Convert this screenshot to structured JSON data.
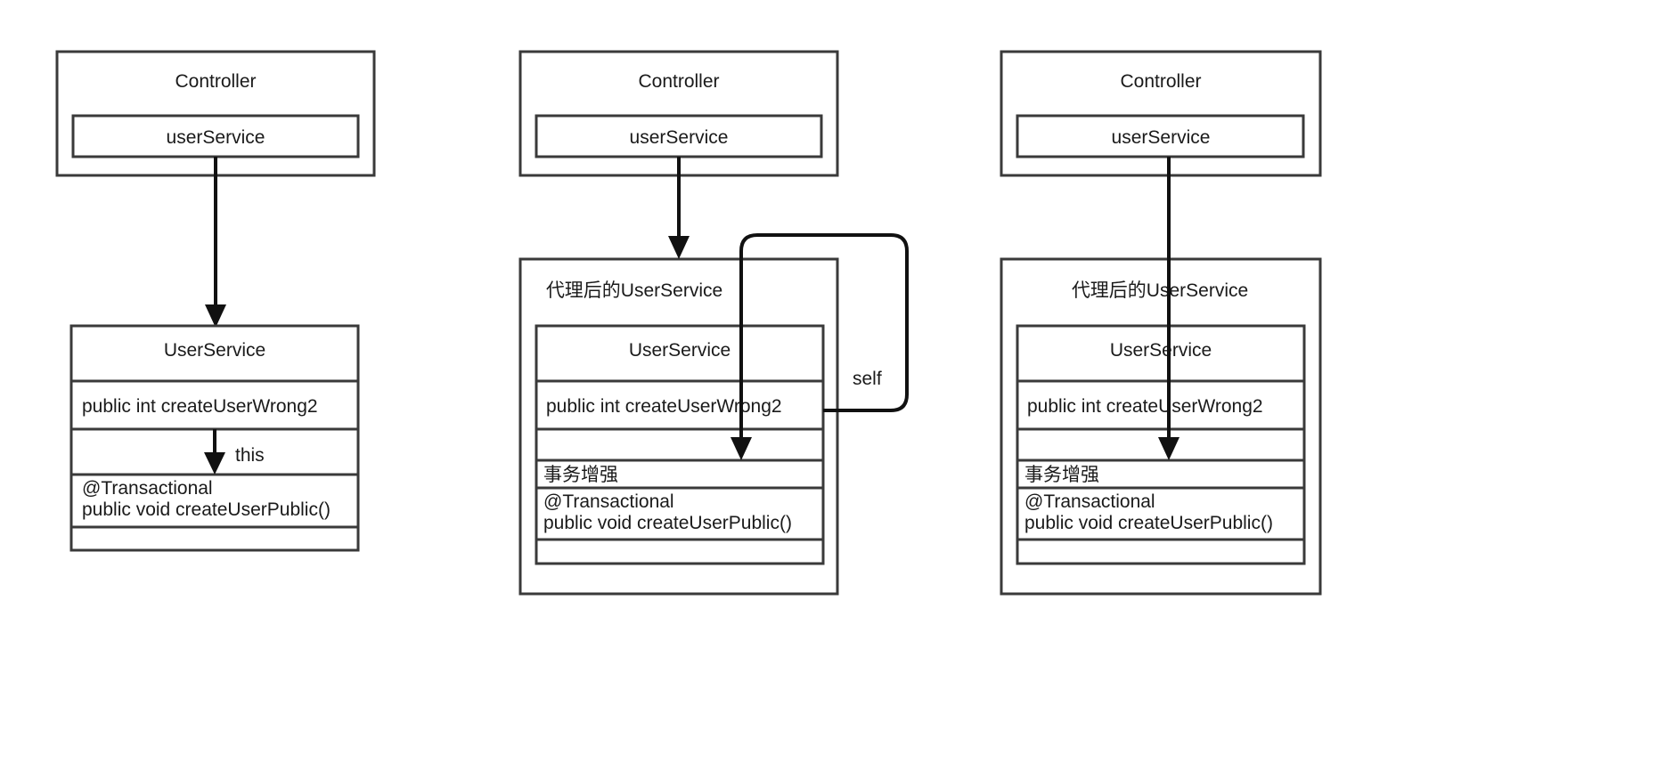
{
  "diagram": {
    "title": "Spring @Transactional self-invocation proxy diagram",
    "stroke_color": "#3a3a3a",
    "arrow_color": "#111111",
    "background": "#ffffff",
    "panels": [
      {
        "id": "panel-1",
        "controller": {
          "title": "Controller",
          "field": "userService"
        },
        "service": {
          "title": "UserService",
          "has_proxy_wrapper": false,
          "rows": [
            "public int createUserWrong2",
            "",
            "@Transactional\npublic void createUserPublic()",
            ""
          ],
          "row_line1": "@Transactional",
          "row_line2": "public void createUserPublic()"
        },
        "edges": [
          {
            "name": "controller-to-service",
            "label": ""
          },
          {
            "name": "this-call",
            "label": "this"
          }
        ]
      },
      {
        "id": "panel-2",
        "controller": {
          "title": "Controller",
          "field": "userService"
        },
        "proxy": {
          "title": "代理后的UserService"
        },
        "service": {
          "title": "UserService",
          "has_proxy_wrapper": true,
          "rows": [
            "public int createUserWrong2",
            "",
            "事务增强",
            "@Transactional\npublic void createUserPublic()",
            ""
          ],
          "advice_label": "事务增强",
          "row_line1": "@Transactional",
          "row_line2": "public void createUserPublic()"
        },
        "edges": [
          {
            "name": "controller-to-proxy",
            "label": ""
          },
          {
            "name": "self-call",
            "label": "self"
          }
        ]
      },
      {
        "id": "panel-3",
        "controller": {
          "title": "Controller",
          "field": "userService"
        },
        "proxy": {
          "title": "代理后的UserService"
        },
        "service": {
          "title": "UserService",
          "has_proxy_wrapper": true,
          "rows": [
            "public int createUserWrong2",
            "",
            "事务增强",
            "@Transactional\npublic void createUserPublic()",
            ""
          ],
          "advice_label": "事务增强",
          "row_line1": "@Transactional",
          "row_line2": "public void createUserPublic()"
        },
        "edges": [
          {
            "name": "controller-to-advice",
            "label": ""
          }
        ]
      }
    ]
  }
}
